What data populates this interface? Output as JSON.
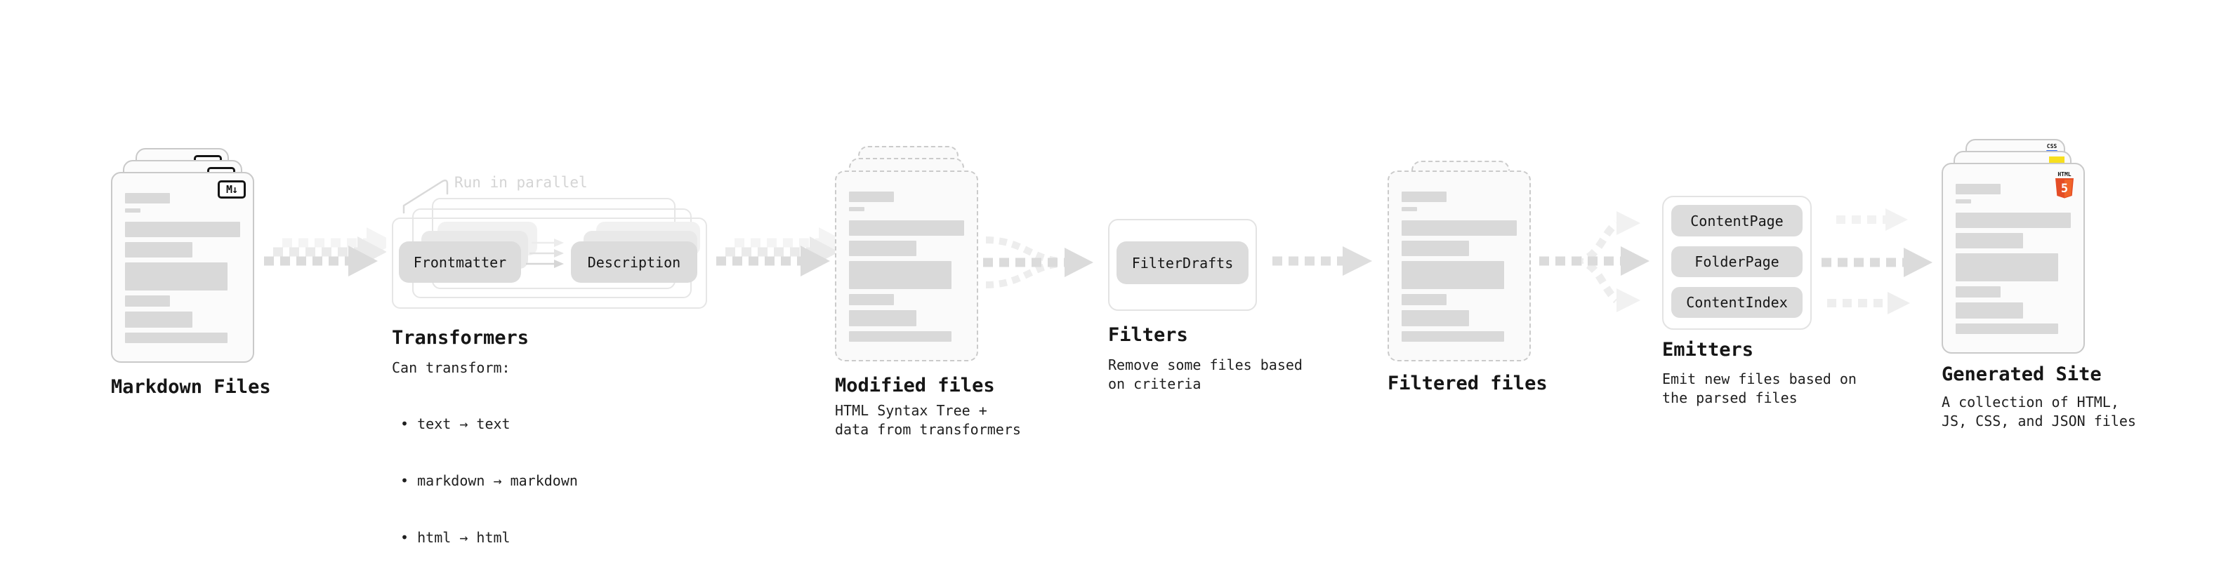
{
  "nodes": {
    "markdown": {
      "title": "Markdown Files",
      "icon_label": "M↓"
    },
    "transformers": {
      "title": "Transformers",
      "parallel_label": "Run in parallel",
      "stage_input": "Frontmatter",
      "stage_output": "Description",
      "description_heading": "Can transform:",
      "bullets": [
        " • text → text",
        " • markdown → markdown",
        " • html → html"
      ]
    },
    "modified": {
      "title": "Modified files",
      "subtitle": "HTML Syntax Tree +\ndata from transformers"
    },
    "filters": {
      "title": "Filters",
      "box_label": "FilterDrafts",
      "subtitle": "Remove some files based\non criteria"
    },
    "filtered": {
      "title": "Filtered files"
    },
    "emitters": {
      "title": "Emitters",
      "box_labels": [
        "ContentPage",
        "FolderPage",
        "ContentIndex"
      ],
      "subtitle": "Emit new files based on\nthe parsed files"
    },
    "generated": {
      "title": "Generated Site",
      "subtitle": "A collection of HTML,\nJS, CSS, and JSON files",
      "badges": {
        "css_label": "CSS",
        "html_label": "HTML",
        "html_number": "5"
      }
    }
  },
  "colors": {
    "arrow_gray": "#dbdbdb",
    "arrow_ghost": "#ededed",
    "box_gray": "#dcdcdc",
    "page_border": "#c9c9c9",
    "bar_gray": "#d9d9d9",
    "panel_border": "#e3e3e3",
    "muted_label": "#d4d4d4",
    "text": "#1a1a1a",
    "html5_orange": "#e44d26",
    "html5_orange_light": "#f16529",
    "js_yellow": "#f7df1e",
    "css_blue": "#2965f1"
  }
}
